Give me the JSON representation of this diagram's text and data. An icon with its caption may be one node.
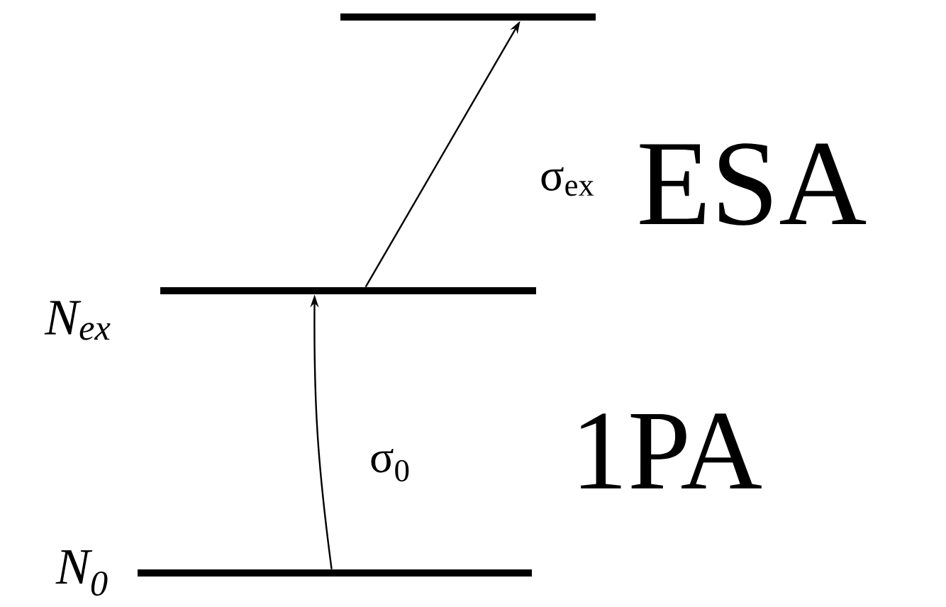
{
  "diagram": {
    "nodes": [
      {
        "text": [],
        "shape": "bar",
        "beside": [
          "N$_{0}$"
        ]
      },
      {
        "text": [],
        "shape": "bar",
        "beside": [
          "N$_{ex}$"
        ]
      },
      {
        "text": [],
        "shape": "bar"
      }
    ],
    "edges": [
      {
        "from": 0,
        "to": 1,
        "arrow": "to",
        "label": "σ$_{0}$"
      },
      {
        "from": 1,
        "to": 2,
        "arrow": "to",
        "label": "σ$_{ex}$"
      }
    ],
    "labels": [
      "ESA",
      "1PA"
    ]
  }
}
